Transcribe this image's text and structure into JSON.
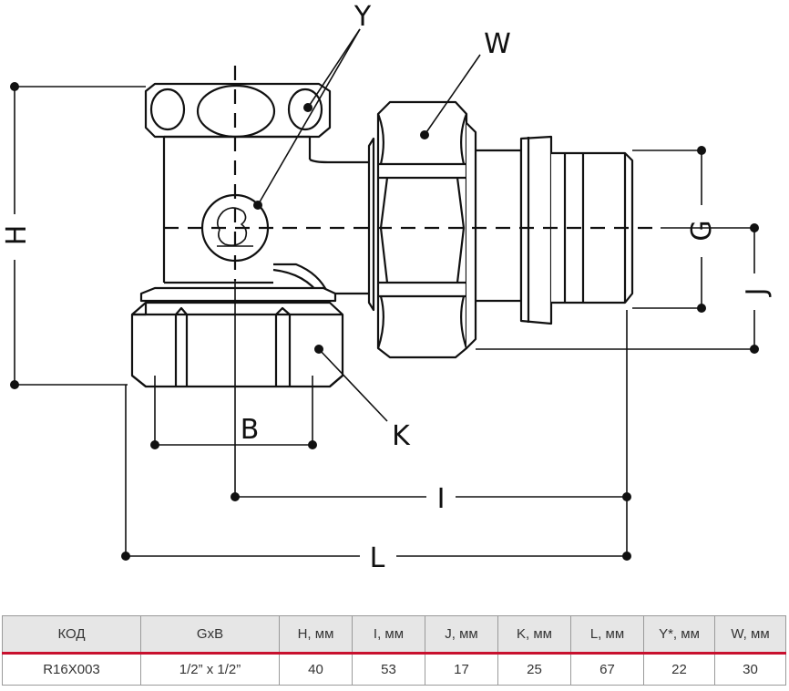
{
  "diagram": {
    "labels": {
      "Y": "Y",
      "W": "W",
      "H": "H",
      "G": "G",
      "J": "J",
      "B": "B",
      "K": "K",
      "I": "I",
      "L": "L"
    },
    "line_color": "#111111",
    "body_fill": "#ffffff"
  },
  "table": {
    "headers": [
      "КОД",
      "GxB",
      "H, мм",
      "I, мм",
      "J, мм",
      "K, мм",
      "L, мм",
      "Y*, мм",
      "W, мм"
    ],
    "rows": [
      [
        "R16X003",
        "1/2” x 1/2”",
        "40",
        "53",
        "17",
        "25",
        "67",
        "22",
        "30"
      ]
    ],
    "header_bg": "#e6e6e6",
    "accent_color": "#c8102e"
  }
}
